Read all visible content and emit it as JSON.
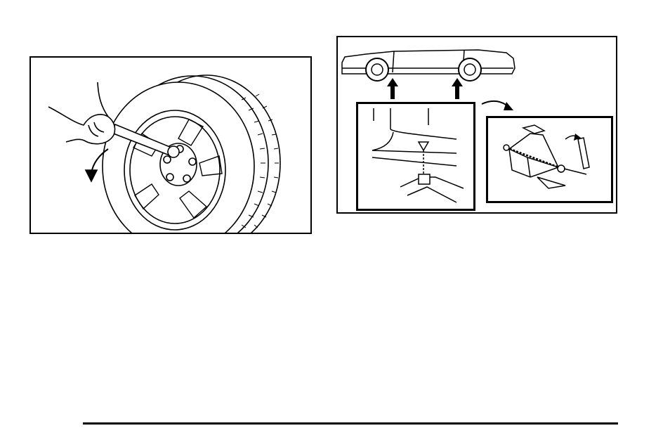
{
  "figures": [
    {
      "id": "wheel",
      "icon": "tire-wrench-illustration"
    },
    {
      "id": "jack",
      "icon": "vehicle-jack-points-illustration"
    }
  ],
  "colors": {
    "ink": "#000000",
    "paper": "#ffffff"
  }
}
